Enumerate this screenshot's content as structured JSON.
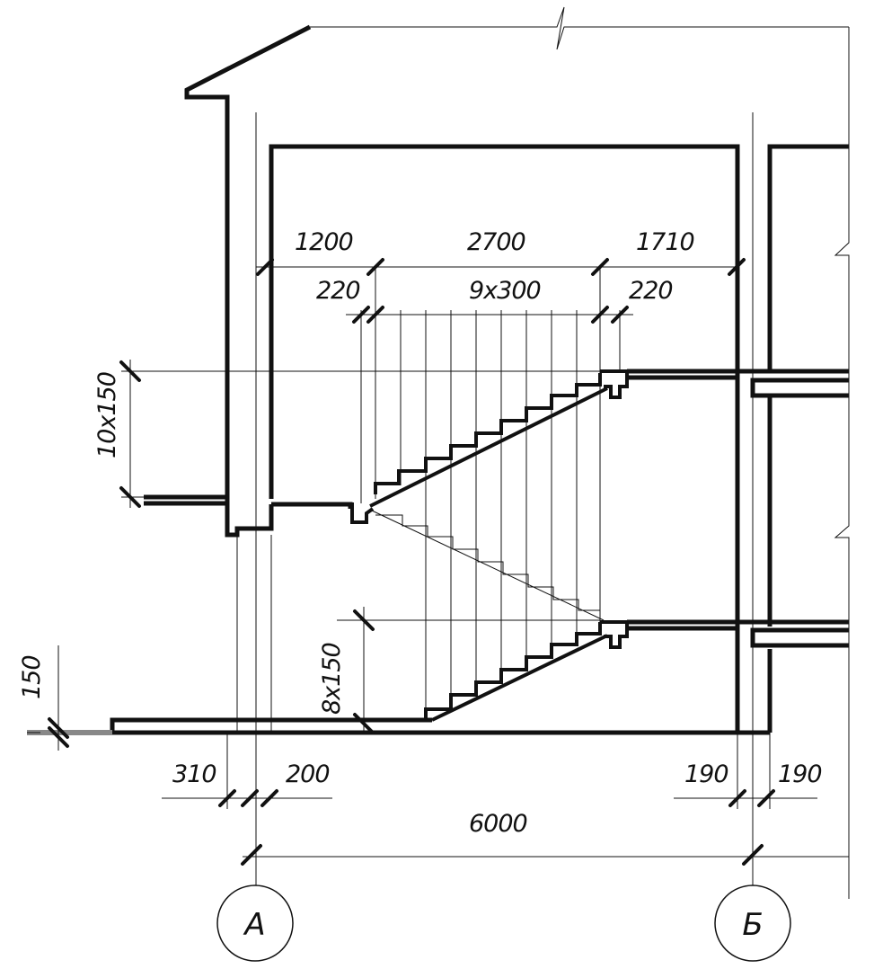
{
  "dimensions": {
    "top_total": [
      "1200",
      "2700",
      "1710"
    ],
    "top_detail": [
      "220",
      "9x300",
      "220"
    ],
    "rise_upper": "10x150",
    "rise_lower": "8x150",
    "plinth": "150",
    "bottom_left": [
      "310",
      "200"
    ],
    "bottom_right": [
      "190",
      "190"
    ],
    "overall": "6000"
  },
  "axes": [
    "А",
    "Б"
  ]
}
